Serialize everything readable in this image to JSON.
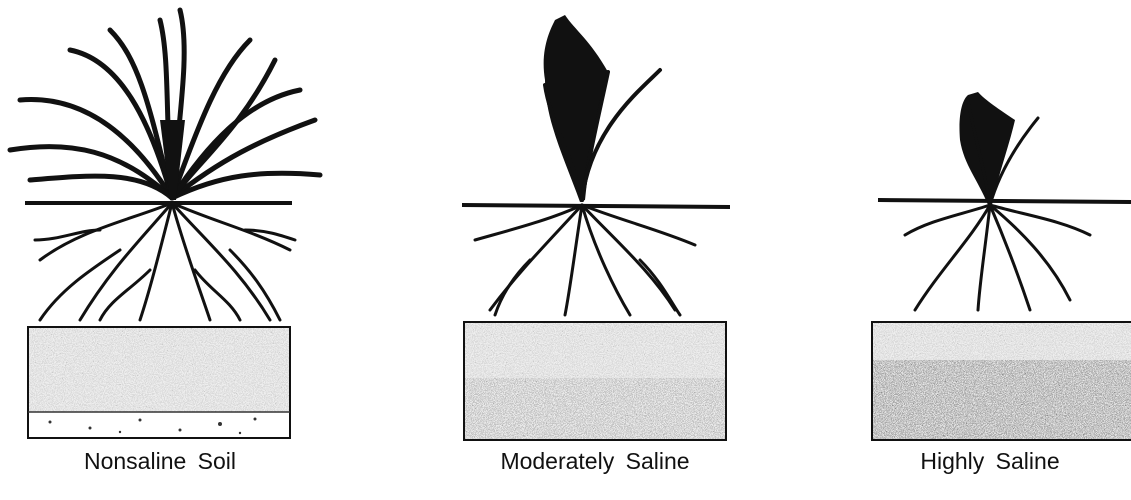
{
  "panels": [
    {
      "caption": "Nonsaline  Soil"
    },
    {
      "caption": "Moderately Saline"
    },
    {
      "caption": "Highly  Saline"
    }
  ]
}
